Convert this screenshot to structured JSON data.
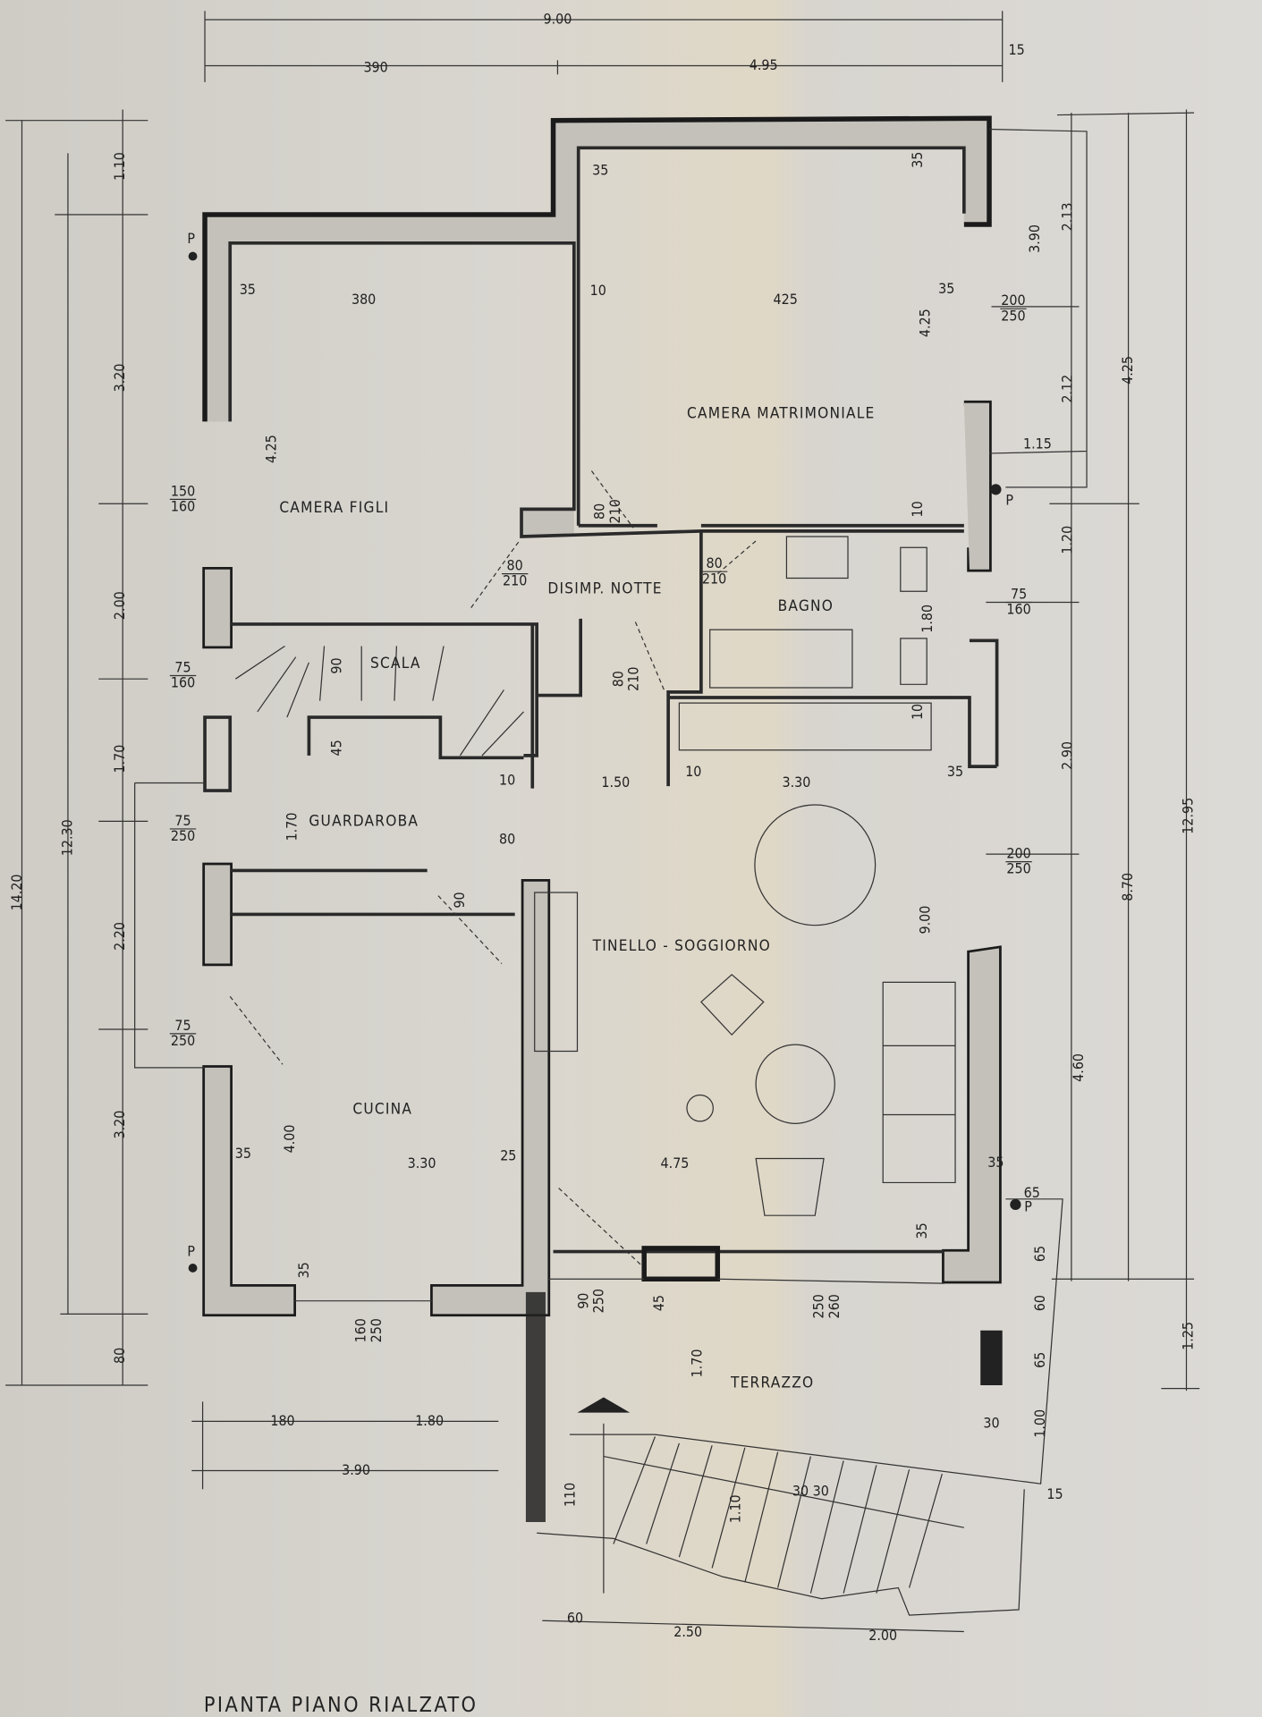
{
  "title": "PIANTA   PIANO   RIALZATO",
  "rooms": {
    "camera_figli": "CAMERA  FIGLI",
    "camera_matrimoniale": "CAMERA  MATRIMONIALE",
    "disimpegno": "DISIMP.  NOTTE",
    "bagno": "BAGNO",
    "scala": "SCALA",
    "guardaroba": "GUARDAROBA",
    "soggiorno": "TINELLO - SOGGIORNO",
    "cucina": "CUCINA",
    "terrazzo": "TERRAZZO"
  },
  "markers": {
    "pillar": "P"
  },
  "dims": [
    "9.00",
    "390",
    "4.95",
    "15",
    "1.10",
    "3.20",
    "2.00",
    "1.70",
    "2.20",
    "3.20",
    "80",
    "12.30",
    "14.20",
    "2.13",
    "3.90",
    "4.25",
    "2.12",
    "1.20",
    "2.90",
    "8.70",
    "12.95",
    "4.60",
    "1.25",
    "35",
    "35",
    "35",
    "380",
    "10",
    "425",
    "35",
    [
      "200",
      "250"
    ],
    "4.25",
    "4.25",
    "1.15",
    [
      "150",
      "160"
    ],
    "10",
    [
      "80",
      "210"
    ],
    [
      "80",
      "210"
    ],
    [
      "80",
      "210"
    ],
    [
      "75",
      "160"
    ],
    "1.80",
    [
      "75",
      "160"
    ],
    "90",
    "45",
    [
      "80",
      "210"
    ],
    "10",
    "10",
    "1.50",
    "10",
    "3.30",
    "35",
    [
      "75",
      "250"
    ],
    "1.70",
    "80",
    [
      "200",
      "250"
    ],
    "9.00",
    "90",
    [
      "75",
      "250"
    ],
    "4.00",
    "35",
    "3.30",
    "25",
    "4.75",
    "35",
    "35",
    "65",
    "35",
    [
      "160",
      "250"
    ],
    [
      "90",
      "250"
    ],
    "45",
    [
      "250",
      "260"
    ],
    "1.70",
    "65",
    "60",
    "65",
    "1.00",
    "30",
    "15",
    "180",
    "1.80",
    "3.90",
    "110",
    "1.10",
    "30 30",
    "60",
    "2.50",
    "2.00"
  ],
  "colors": {
    "paper": "#d9d6d0",
    "ink": "#1b1b1b"
  }
}
